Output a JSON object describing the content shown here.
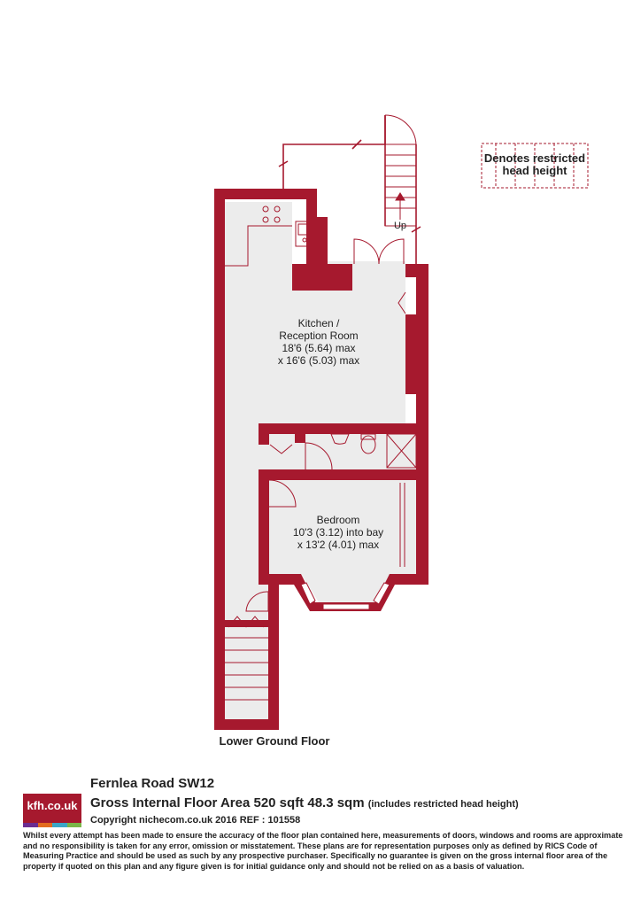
{
  "colors": {
    "wall": "#a6192e",
    "floor": "#ececec",
    "text": "#222222"
  },
  "legend": {
    "text_line1": "Denotes restricted",
    "text_line2": "head height"
  },
  "stairs": {
    "up_label": "Up"
  },
  "rooms": {
    "kitchen": {
      "name_line1": "Kitchen /",
      "name_line2": "Reception Room",
      "dim_line1": "18'6 (5.64) max",
      "dim_line2": "x 16'6 (5.03) max"
    },
    "bedroom": {
      "name": "Bedroom",
      "dim_line1": "10'3 (3.12) into bay",
      "dim_line2": "x 13'2 (4.01) max"
    }
  },
  "floor_label": "Lower Ground Floor",
  "footer": {
    "logo_text": "kfh.co.uk",
    "logo_colors": [
      "#6b2c91",
      "#e36c1e",
      "#3aa6c7",
      "#7ab648"
    ],
    "property_title": "Fernlea Road  SW12",
    "gia": "Gross Internal Floor Area 520 sqft 48.3 sqm",
    "gia_note": "(includes restricted head height)",
    "copyright": "Copyright nichecom.co.uk 2016 REF : 101558",
    "disclaimer": "Whilst every attempt has been made to ensure the accuracy of the floor plan contained here, measurements of doors, windows and rooms are approximate and no responsibility is taken for any error, omission or misstatement.  These plans are for representation purposes only as defined by RICS Code of Measuring Practice and should be used as such by any prospective purchaser.  Specifically no guarantee is given on the gross internal floor area of the property if quoted on this plan and any figure given is for initial guidance only and should not be relied on as a basis of valuation."
  }
}
